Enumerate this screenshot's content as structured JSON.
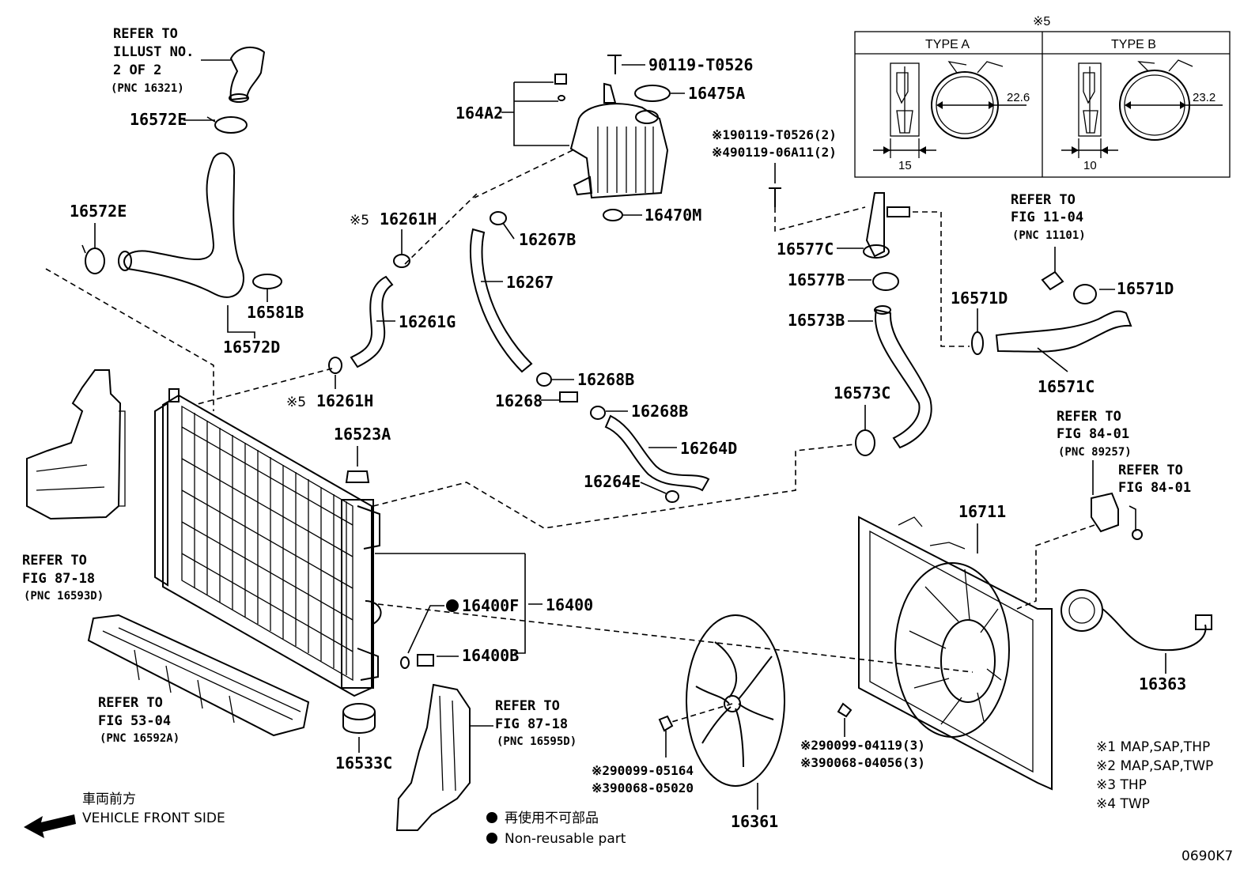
{
  "diagram_code": "0690K7",
  "type_table": {
    "footnote_mark": "※5",
    "type_a": {
      "title": "TYPE A",
      "diameter": "22.6",
      "width": "15"
    },
    "type_b": {
      "title": "TYPE B",
      "diameter": "23.2",
      "width": "10"
    }
  },
  "refer_upper_left": {
    "line1": "REFER TO",
    "line2": "ILLUST NO.",
    "line3": "2 OF 2",
    "pnc": "(PNC 16321)"
  },
  "refer_fig_11_04": {
    "line1": "REFER TO",
    "line2": "FIG 11-04",
    "pnc": "(PNC 11101)"
  },
  "refer_fig_87_18_left": {
    "line1": "REFER TO",
    "line2": "FIG 87-18",
    "pnc": "(PNC 16593D)"
  },
  "refer_fig_53_04": {
    "line1": "REFER TO",
    "line2": "FIG 53-04",
    "pnc": "(PNC 16592A)"
  },
  "refer_fig_87_18_right": {
    "line1": "REFER TO",
    "line2": "FIG 87-18",
    "pnc": "(PNC 16595D)"
  },
  "refer_fig_84_01_a": {
    "line1": "REFER TO",
    "line2": "FIG 84-01",
    "pnc": "(PNC 89257)"
  },
  "refer_fig_84_01_b": {
    "line1": "REFER TO",
    "line2": "FIG 84-01"
  },
  "labels": {
    "p16572E_top": "16572E",
    "p16572E_left": "16572E",
    "p16581B": "16581B",
    "p16572D": "16572D",
    "p164A2": "164A2",
    "p90119_T0526": "90119-T0526",
    "p16475A": "16475A",
    "p16470M": "16470M",
    "p16267B": "16267B",
    "p16267": "16267",
    "p16261H_top": "16261H",
    "p16261G": "16261G",
    "p16261H_bottom": "16261H",
    "mark5_top": "※5",
    "mark5_bottom": "※5",
    "p16268B_top": "16268B",
    "p16268": "16268",
    "p16268B_bottom": "16268B",
    "p16264D": "16264D",
    "p16264E": "16264E",
    "p16523A": "16523A",
    "p16400F": "16400F",
    "p16400": "16400",
    "p16400B": "16400B",
    "p16533C": "16533C",
    "bolt1": "※190119-T0526(2)",
    "bolt4": "※490119-06A11(2)",
    "p16577C": "16577C",
    "p16577B": "16577B",
    "p16573B": "16573B",
    "p16573C": "16573C",
    "p16571D_left": "16571D",
    "p16571D_right": "16571D",
    "p16571C": "16571C",
    "p16711": "16711",
    "p16363": "16363",
    "p16361": "16361",
    "bolt2_fan": "※290099-05164",
    "bolt3_fan": "※390068-05020",
    "bolt2_shroud": "※290099-04119(3)",
    "bolt3_shroud": "※390068-04056(3)"
  },
  "footnotes": [
    "※1 MAP,SAP,THP",
    "※2 MAP,SAP,TWP",
    "※3 THP",
    "※4 TWP"
  ],
  "front_note": {
    "jp": "車両前方",
    "en": "VEHICLE FRONT SIDE"
  },
  "nonreusable": {
    "jp": "再使用不可部品",
    "en": "Non-reusable part"
  }
}
